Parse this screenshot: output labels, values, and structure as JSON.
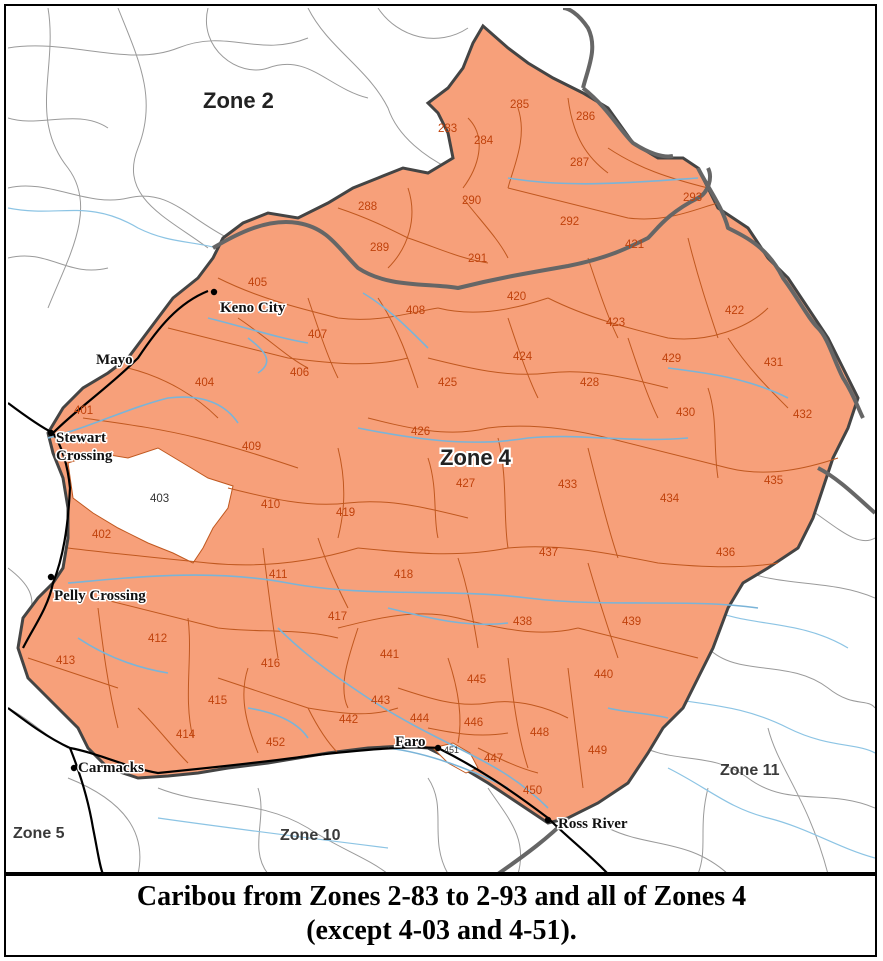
{
  "zones": {
    "zone2": "Zone 2",
    "zone4": "Zone 4",
    "zone5": "Zone 5",
    "zone10": "Zone 10",
    "zone11": "Zone 11"
  },
  "towns": {
    "keno_city": "Keno City",
    "mayo": "Mayo",
    "stewart_1": "Stewart",
    "stewart_2": "Crossing",
    "pelly": "Pelly Crossing",
    "carmacks": "Carmacks",
    "faro": "Faro",
    "ross_river": "Ross River"
  },
  "subzones": {
    "s283": "283",
    "s284": "284",
    "s285": "285",
    "s286": "286",
    "s287": "287",
    "s288": "288",
    "s289": "289",
    "s290": "290",
    "s291": "291",
    "s292": "292",
    "s293": "293",
    "s401": "401",
    "s402": "402",
    "s403": "403",
    "s404": "404",
    "s405": "405",
    "s406": "406",
    "s407": "407",
    "s408": "408",
    "s409": "409",
    "s410": "410",
    "s411": "411",
    "s412": "412",
    "s413": "413",
    "s414": "414",
    "s415": "415",
    "s416": "416",
    "s417": "417",
    "s418": "418",
    "s419": "419",
    "s420": "420",
    "s421": "421",
    "s422": "422",
    "s423": "423",
    "s424": "424",
    "s425": "425",
    "s426": "426",
    "s427": "427",
    "s428": "428",
    "s429": "429",
    "s430": "430",
    "s431": "431",
    "s432": "432",
    "s433": "433",
    "s434": "434",
    "s435": "435",
    "s436": "436",
    "s437": "437",
    "s438": "438",
    "s439": "439",
    "s440": "440",
    "s441": "441",
    "s442": "442",
    "s443": "443",
    "s444": "444",
    "s445": "445",
    "s446": "446",
    "s447": "447",
    "s448": "448",
    "s449": "449",
    "s450": "450",
    "s451": "451",
    "s452": "452"
  },
  "caption": {
    "line1": "Caribou from Zones 2-83 to 2-93 and all of Zones 4",
    "line2": "(except 4-03 and 4-51)."
  },
  "colors": {
    "hunt_area_fill": "#f7a07a",
    "subzone_line": "#c0581f",
    "zone_boundary": "#666666",
    "river": "#7ab4d8",
    "road": "#000000"
  }
}
